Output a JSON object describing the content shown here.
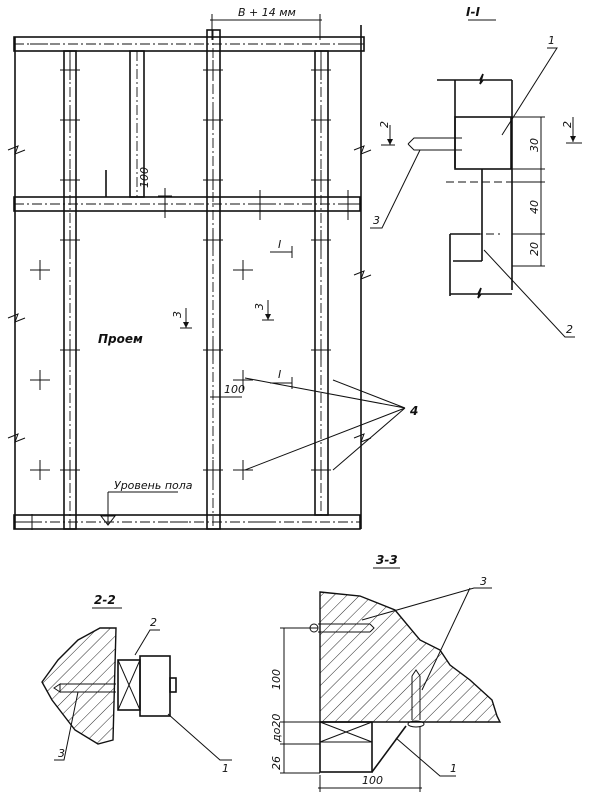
{
  "plan": {
    "width_dimension": "B + 14 мм",
    "opening_label": "Проем",
    "floor_level_label": "Уровень пола",
    "dim_100_top": "100",
    "dim_100_mid": "100",
    "section_mark_1": "I",
    "section_mark_1b": "I",
    "section_mark_3a": "3",
    "section_mark_3b": "3",
    "callout_4": "4"
  },
  "section_1_1": {
    "title": "I-I",
    "callout_1": "1",
    "callout_2": "2",
    "callout_3": "3",
    "dim_30": "30",
    "dim_40": "40",
    "dim_20": "20",
    "cut_mark_left": "2",
    "cut_mark_right": "2"
  },
  "section_2_2": {
    "title": "2-2",
    "callout_1": "1",
    "callout_2": "2",
    "callout_3": "3"
  },
  "section_3_3": {
    "title": "3-3",
    "callout_1": "1",
    "callout_3": "3",
    "dim_100_vertical": "100",
    "dim_20": "до20",
    "dim_26": "26",
    "dim_100_horizontal": "100"
  }
}
